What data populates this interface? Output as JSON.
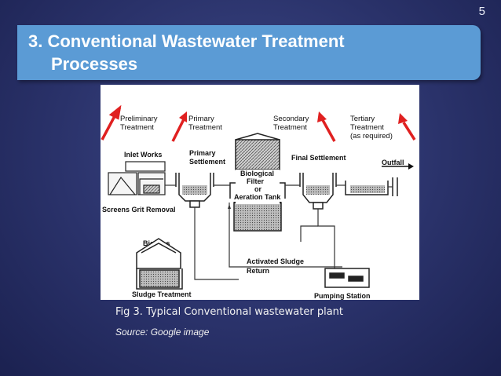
{
  "slide": {
    "number": "5"
  },
  "title": {
    "line1": "3. Conventional Wastewater Treatment",
    "line2": "Processes"
  },
  "diagram": {
    "stages": {
      "preliminary": [
        "Preliminary",
        "Treatment"
      ],
      "primary": [
        "Primary",
        "Treatment"
      ],
      "secondary": [
        "Secondary",
        "Treatment"
      ],
      "tertiary": [
        "Tertiary",
        "Treatment",
        "(as required)"
      ]
    },
    "labels": {
      "inlet_works": "Inlet Works",
      "primary_settlement": [
        "Primary",
        "Settlement"
      ],
      "biological": [
        "Biological",
        "Filter",
        "or",
        "Aeration Tank"
      ],
      "final_settlement": "Final Settlement",
      "outfall": "Outfall",
      "screens_grit": "Screens Grit Removal",
      "bio_gas": "Bio-Gas",
      "activated_sludge": [
        "Activated Sludge",
        "Return"
      ],
      "sludge_treatment": "Sludge Treatment",
      "pumping_station": "Pumping Station"
    }
  },
  "caption": "Fig 3.  Typical Conventional wastewater plant",
  "source": "Source: Google image",
  "colors": {
    "background": "#2a326a",
    "title_bar": "#5b9bd5",
    "arrow": "#e02020"
  }
}
